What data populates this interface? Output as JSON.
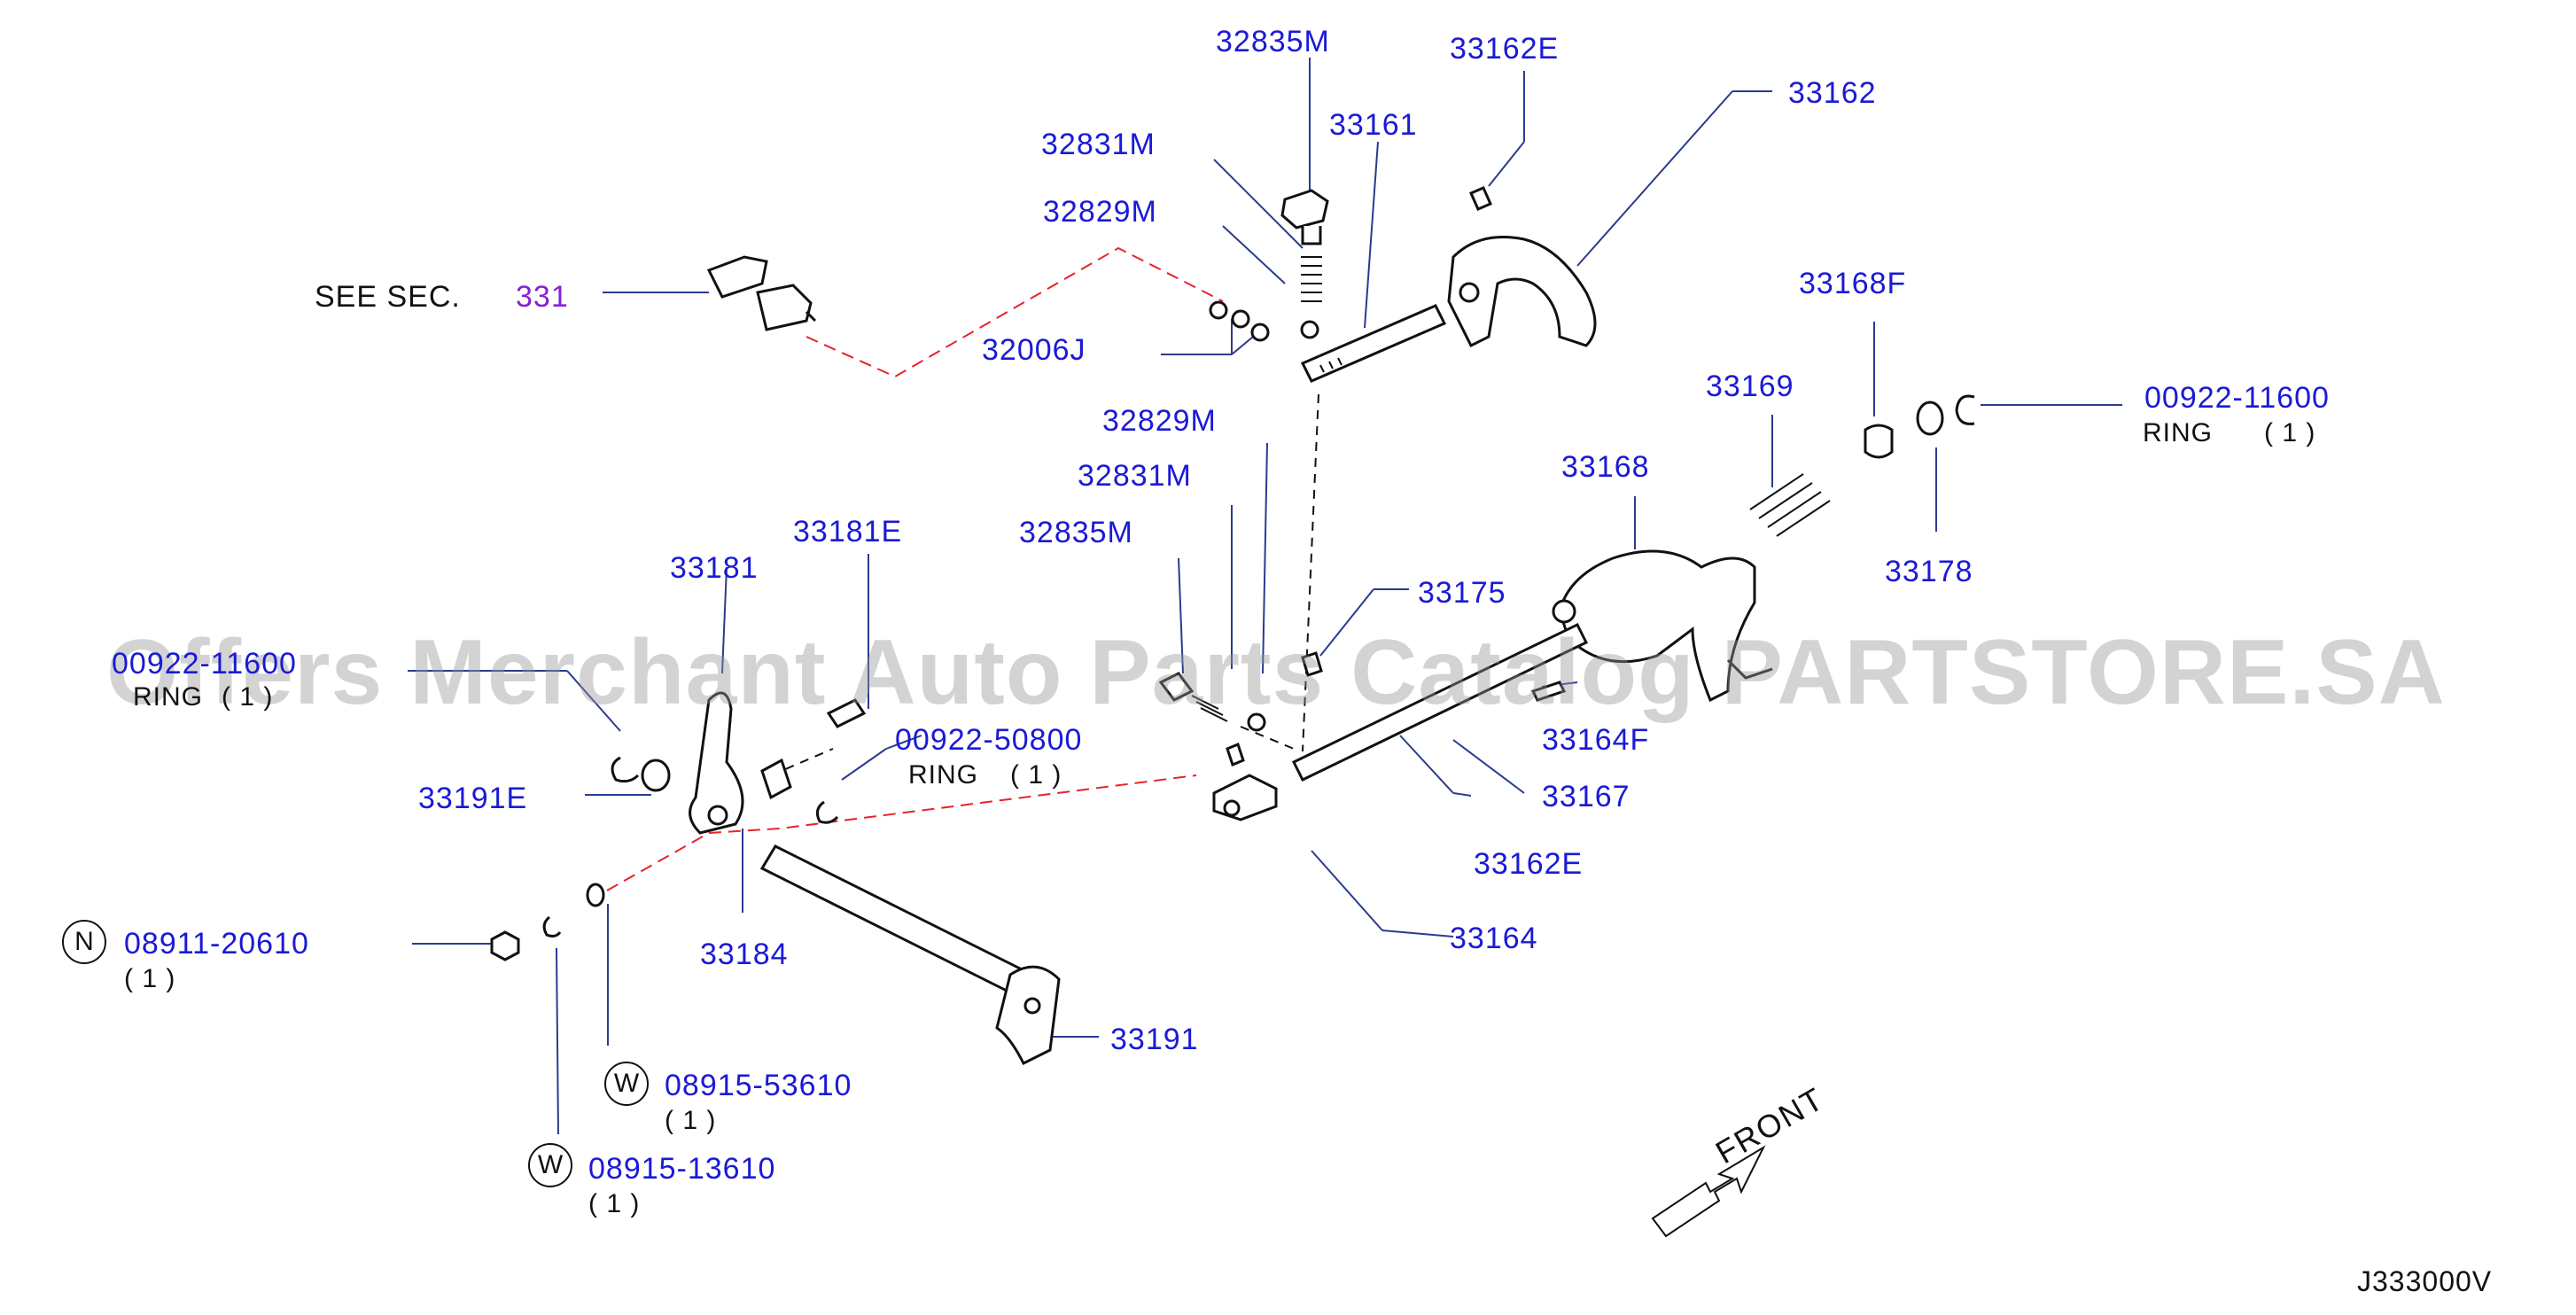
{
  "labels": {
    "p32835M_top": "32835M",
    "p33162E_top": "33162E",
    "p33162": "33162",
    "p32831M_top": "32831M",
    "p33161": "33161",
    "p32829M_top": "32829M",
    "see_sec": "SEE   SEC.",
    "sec_num": "331",
    "p32006J": "32006J",
    "p33168F": "33168F",
    "p00922_11600": "00922-11600",
    "ring_right": "RING",
    "ring_right_qty": "( 1 )",
    "p33169": "33169",
    "p32829M_mid": "32829M",
    "p33168": "33168",
    "p32831M_mid": "32831M",
    "p33178": "33178",
    "p33181E": "33181E",
    "p32835M_mid": "32835M",
    "p33175": "33175",
    "p33181": "33181",
    "p00922_left": "00922-11600",
    "ring_left": "RING",
    "ring_left_qty": "( 1 )",
    "p00922_50800": "00922-50800",
    "ring_mid": "RING",
    "ring_mid_qty": "( 1 )",
    "p33164F": "33164F",
    "p33191E": "33191E",
    "p33167": "33167",
    "p33162E_mid": "33162E",
    "p33184": "33184",
    "p33164": "33164",
    "n_badge": "N",
    "p08911_20610": "08911-20610",
    "n_qty": "( 1 )",
    "p33191": "33191",
    "w_badge1": "W",
    "p08915_53610": "08915-53610",
    "w1_qty": "( 1 )",
    "w_badge2": "W",
    "p08915_13610": "08915-13610",
    "w2_qty": "( 1 )",
    "front": "FRONT",
    "diagram_code": "J333000V"
  },
  "watermark": "Offers Merchant Auto Parts Catalog PARTSTORE.SA",
  "colors": {
    "label_blue": "#1a1ad6",
    "section_purple": "#8a1fd0",
    "dashed_red": "#e8222a",
    "leader_blue": "#2a3b8f"
  }
}
